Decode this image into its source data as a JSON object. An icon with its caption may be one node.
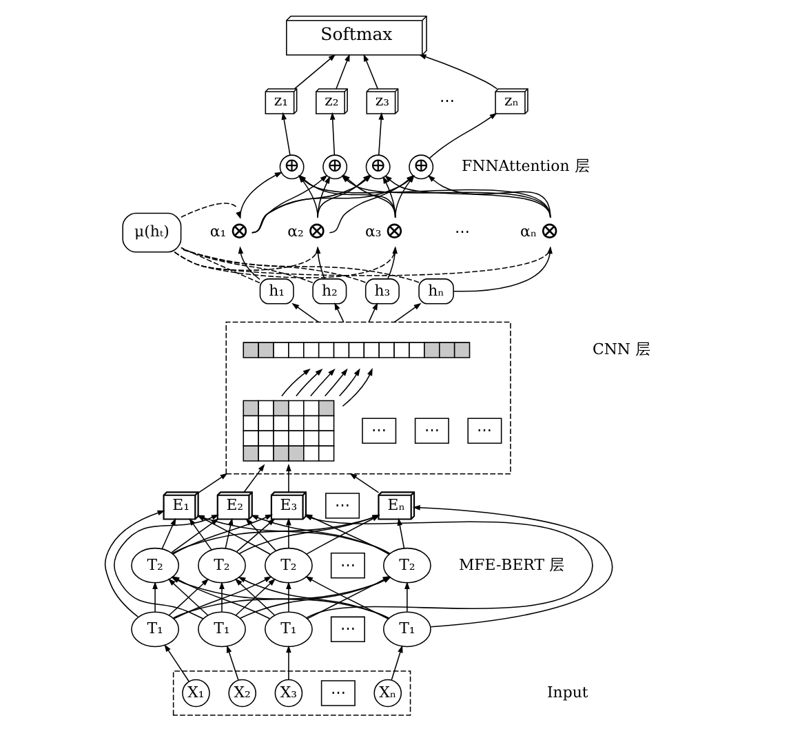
{
  "diagram": {
    "nodes": [
      {
        "text": [
          "Softmax"
        ]
      },
      {
        "text": [
          "μ(hₜ)"
        ]
      },
      {
        "text": [
          "z₁"
        ]
      },
      {
        "text": [
          "z₂"
        ]
      },
      {
        "text": [
          "z₃"
        ]
      },
      {
        "text": [
          "zₙ"
        ]
      },
      {
        "text": [
          "⊕"
        ]
      },
      {
        "text": [
          "⊕"
        ]
      },
      {
        "text": [
          "⊕"
        ]
      },
      {
        "text": [
          "⊕"
        ]
      },
      {
        "text": [
          "⊗"
        ],
        "beside": [
          "α₁"
        ]
      },
      {
        "text": [
          "⊗"
        ],
        "beside": [
          "α₂"
        ]
      },
      {
        "text": [
          "⊗"
        ],
        "beside": [
          "α₃"
        ]
      },
      {
        "text": [
          "⊗"
        ],
        "beside": [
          "αₙ"
        ]
      },
      {
        "text": [
          "h₁"
        ]
      },
      {
        "text": [
          "h₂"
        ]
      },
      {
        "text": [
          "h₃"
        ]
      },
      {
        "text": [
          "hₙ"
        ]
      },
      {
        "text": [],
        "shape": "box"
      },
      {
        "text": [],
        "shape": "bar",
        "in": 18
      },
      {
        "text": [
          "⋯"
        ],
        "in": 18
      },
      {
        "text": [
          "⋯"
        ],
        "in": 18
      },
      {
        "text": [
          "⋯"
        ],
        "in": 18
      },
      {
        "text": [],
        "shape": "bar",
        "in": 18
      },
      {
        "text": [
          "E₁"
        ]
      },
      {
        "text": [
          "E₂"
        ]
      },
      {
        "text": [
          "E₃"
        ]
      },
      {
        "text": [
          "⋯"
        ]
      },
      {
        "text": [
          "Eₙ"
        ]
      },
      {
        "text": [
          "T₂"
        ]
      },
      {
        "text": [
          "T₂"
        ]
      },
      {
        "text": [
          "T₂"
        ]
      },
      {
        "text": [
          "⋯"
        ]
      },
      {
        "text": [
          "T₂"
        ]
      },
      {
        "text": [
          "T₁"
        ]
      },
      {
        "text": [
          "T₁"
        ]
      },
      {
        "text": [
          "T₁"
        ]
      },
      {
        "text": [
          "⋯"
        ]
      },
      {
        "text": [
          "T₁"
        ]
      },
      {
        "text": [],
        "shape": "box"
      },
      {
        "text": [
          "X₁"
        ],
        "in": 39
      },
      {
        "text": [
          "X₂"
        ],
        "in": 39
      },
      {
        "text": [
          "X₃"
        ],
        "in": 39
      },
      {
        "text": [
          "⋯"
        ],
        "in": 39
      },
      {
        "text": [
          "Xₙ"
        ],
        "in": 39
      }
    ],
    "edges": [
      {
        "from": 40,
        "to": 34,
        "arrow": "to"
      },
      {
        "from": 41,
        "to": 35,
        "arrow": "to"
      },
      {
        "from": 42,
        "to": 36,
        "arrow": "to"
      },
      {
        "from": 44,
        "to": 38,
        "arrow": "to"
      },
      {
        "from": 34,
        "to": 29,
        "arrow": "to"
      },
      {
        "from": 34,
        "to": 30,
        "arrow": "to"
      },
      {
        "from": 34,
        "to": 31,
        "arrow": "to"
      },
      {
        "from": 34,
        "to": 33,
        "arrow": "to"
      },
      {
        "from": 35,
        "to": 29,
        "arrow": "to"
      },
      {
        "from": 35,
        "to": 30,
        "arrow": "to"
      },
      {
        "from": 35,
        "to": 31,
        "arrow": "to"
      },
      {
        "from": 35,
        "to": 33,
        "arrow": "to"
      },
      {
        "from": 36,
        "to": 29,
        "arrow": "to"
      },
      {
        "from": 36,
        "to": 30,
        "arrow": "to"
      },
      {
        "from": 36,
        "to": 31,
        "arrow": "to"
      },
      {
        "from": 36,
        "to": 33,
        "arrow": "to"
      },
      {
        "from": 38,
        "to": 29,
        "arrow": "to"
      },
      {
        "from": 38,
        "to": 30,
        "arrow": "to"
      },
      {
        "from": 38,
        "to": 31,
        "arrow": "to"
      },
      {
        "from": 38,
        "to": 33,
        "arrow": "to"
      },
      {
        "from": 34,
        "to": 24,
        "arrow": "to"
      },
      {
        "from": 35,
        "to": 25,
        "arrow": "to"
      },
      {
        "from": 36,
        "to": 26,
        "arrow": "to"
      },
      {
        "from": 38,
        "to": 28,
        "arrow": "to"
      },
      {
        "from": 29,
        "to": 24,
        "arrow": "to"
      },
      {
        "from": 29,
        "to": 25,
        "arrow": "to"
      },
      {
        "from": 29,
        "to": 26,
        "arrow": "to"
      },
      {
        "from": 29,
        "to": 28,
        "arrow": "to"
      },
      {
        "from": 30,
        "to": 24,
        "arrow": "to"
      },
      {
        "from": 30,
        "to": 25,
        "arrow": "to"
      },
      {
        "from": 30,
        "to": 26,
        "arrow": "to"
      },
      {
        "from": 30,
        "to": 28,
        "arrow": "to"
      },
      {
        "from": 31,
        "to": 24,
        "arrow": "to"
      },
      {
        "from": 31,
        "to": 25,
        "arrow": "to"
      },
      {
        "from": 31,
        "to": 26,
        "arrow": "to"
      },
      {
        "from": 31,
        "to": 28,
        "arrow": "to"
      },
      {
        "from": 33,
        "to": 24,
        "arrow": "to"
      },
      {
        "from": 33,
        "to": 25,
        "arrow": "to"
      },
      {
        "from": 33,
        "to": 26,
        "arrow": "to"
      },
      {
        "from": 33,
        "to": 28,
        "arrow": "to"
      },
      {
        "from": 24,
        "to": 18,
        "arrow": "to"
      },
      {
        "from": 25,
        "to": 23,
        "arrow": "to"
      },
      {
        "from": 26,
        "to": 23,
        "arrow": "to"
      },
      {
        "from": 28,
        "to": 18,
        "arrow": "to"
      },
      {
        "from": 23,
        "to": 19,
        "arrow": "to"
      },
      {
        "from": 23,
        "to": 19,
        "arrow": "to"
      },
      {
        "from": 23,
        "to": 19,
        "arrow": "to"
      },
      {
        "from": 23,
        "to": 19,
        "arrow": "to"
      },
      {
        "from": 23,
        "to": 19,
        "arrow": "to"
      },
      {
        "from": 23,
        "to": 19,
        "arrow": "to"
      },
      {
        "from": 18,
        "to": 14,
        "arrow": "to"
      },
      {
        "from": 18,
        "to": 15,
        "arrow": "to"
      },
      {
        "from": 18,
        "to": 16,
        "arrow": "to"
      },
      {
        "from": 18,
        "to": 17,
        "arrow": "to"
      },
      {
        "from": 14,
        "to": 10,
        "arrow": "to"
      },
      {
        "from": 15,
        "to": 11,
        "arrow": "to"
      },
      {
        "from": 16,
        "to": 12,
        "arrow": "to"
      },
      {
        "from": 17,
        "to": 13,
        "arrow": "to"
      },
      {
        "from": 14,
        "to": 1,
        "arrow": "none",
        "style": "dashed"
      },
      {
        "from": 15,
        "to": 1,
        "arrow": "none",
        "style": "dashed"
      },
      {
        "from": 16,
        "to": 1,
        "arrow": "none",
        "style": "dashed"
      },
      {
        "from": 17,
        "to": 1,
        "arrow": "none",
        "style": "dashed"
      },
      {
        "from": 1,
        "to": 10,
        "arrow": "none",
        "style": "dashed"
      },
      {
        "from": 1,
        "to": 11,
        "arrow": "none",
        "style": "dashed"
      },
      {
        "from": 1,
        "to": 12,
        "arrow": "none",
        "style": "dashed"
      },
      {
        "from": 1,
        "to": 13,
        "arrow": "none",
        "style": "dashed"
      },
      {
        "from": 10,
        "to": 6,
        "arrow": "to"
      },
      {
        "from": 10,
        "to": 7,
        "arrow": "to"
      },
      {
        "from": 10,
        "to": 8,
        "arrow": "to"
      },
      {
        "from": 10,
        "to": 9,
        "arrow": "to"
      },
      {
        "from": 11,
        "to": 6,
        "arrow": "to"
      },
      {
        "from": 11,
        "to": 7,
        "arrow": "to"
      },
      {
        "from": 11,
        "to": 8,
        "arrow": "to"
      },
      {
        "from": 11,
        "to": 9,
        "arrow": "to"
      },
      {
        "from": 12,
        "to": 6,
        "arrow": "to"
      },
      {
        "from": 12,
        "to": 7,
        "arrow": "to"
      },
      {
        "from": 12,
        "to": 8,
        "arrow": "to"
      },
      {
        "from": 12,
        "to": 9,
        "arrow": "to"
      },
      {
        "from": 13,
        "to": 6,
        "arrow": "to"
      },
      {
        "from": 13,
        "to": 7,
        "arrow": "to"
      },
      {
        "from": 13,
        "to": 8,
        "arrow": "to"
      },
      {
        "from": 13,
        "to": 9,
        "arrow": "to"
      },
      {
        "from": 6,
        "to": 2,
        "arrow": "to"
      },
      {
        "from": 7,
        "to": 3,
        "arrow": "to"
      },
      {
        "from": 8,
        "to": 4,
        "arrow": "to"
      },
      {
        "from": 9,
        "to": 5,
        "arrow": "to"
      },
      {
        "from": 2,
        "to": 0,
        "arrow": "to"
      },
      {
        "from": 3,
        "to": 0,
        "arrow": "to"
      },
      {
        "from": 4,
        "to": 0,
        "arrow": "to"
      },
      {
        "from": 5,
        "to": 0,
        "arrow": "to"
      }
    ],
    "labels": [
      "⋯",
      "FNNAttention 层",
      "⋯",
      "CNN 层",
      "MFE-BERT 层",
      "Input"
    ]
  }
}
